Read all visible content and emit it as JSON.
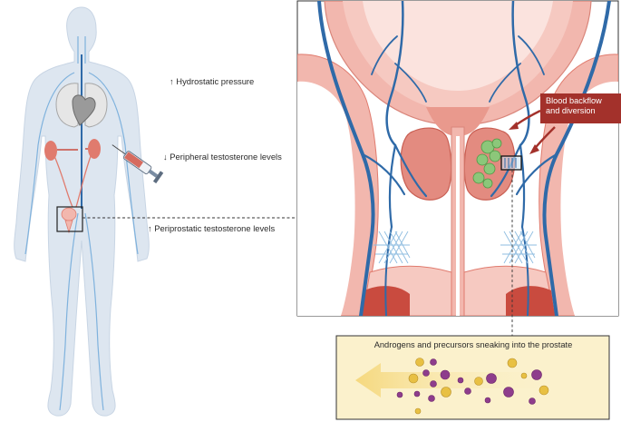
{
  "labels": {
    "hydrostatic_pressure": "↑ Hydrostatic pressure",
    "peripheral_testosterone": "↓ Peripheral testosterone levels",
    "periprostatic_testosterone": "↑ Periprostatic testosterone levels",
    "blood_backflow_line1": "Blood backflow",
    "blood_backflow_line2": "and diversion",
    "androgens_caption": "Androgens and precursors sneaking into the prostate"
  },
  "colors": {
    "body_silhouette": "#dde6f0",
    "vein": "#2f6aa8",
    "vein_light": "#8fbde0",
    "tissue_pink": "#f2b7ae",
    "tissue_dark": "#e07b6e",
    "callout_red": "#a3312b",
    "molecule_purple": "#8e3d8c",
    "molecule_yellow": "#e8c043",
    "panel_beige": "#fbf1cc",
    "tumour_green": "#8cc77a"
  },
  "icons": [
    "syringe-icon",
    "lungs-heart-icon",
    "kidneys-icon",
    "prostate-box"
  ]
}
